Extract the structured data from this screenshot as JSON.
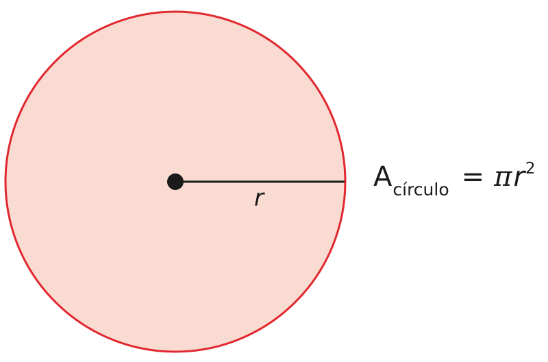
{
  "diagram": {
    "radius_label": "r",
    "formula": {
      "area_symbol": "A",
      "subscript": "círculo",
      "equals": "=",
      "pi": "π",
      "variable": "r",
      "exponent": "2"
    },
    "colors": {
      "circle_fill": "#fadbd2",
      "circle_stroke": "#e0282e",
      "line": "#1a1a1a",
      "center_dot": "#1a1a1a"
    }
  }
}
